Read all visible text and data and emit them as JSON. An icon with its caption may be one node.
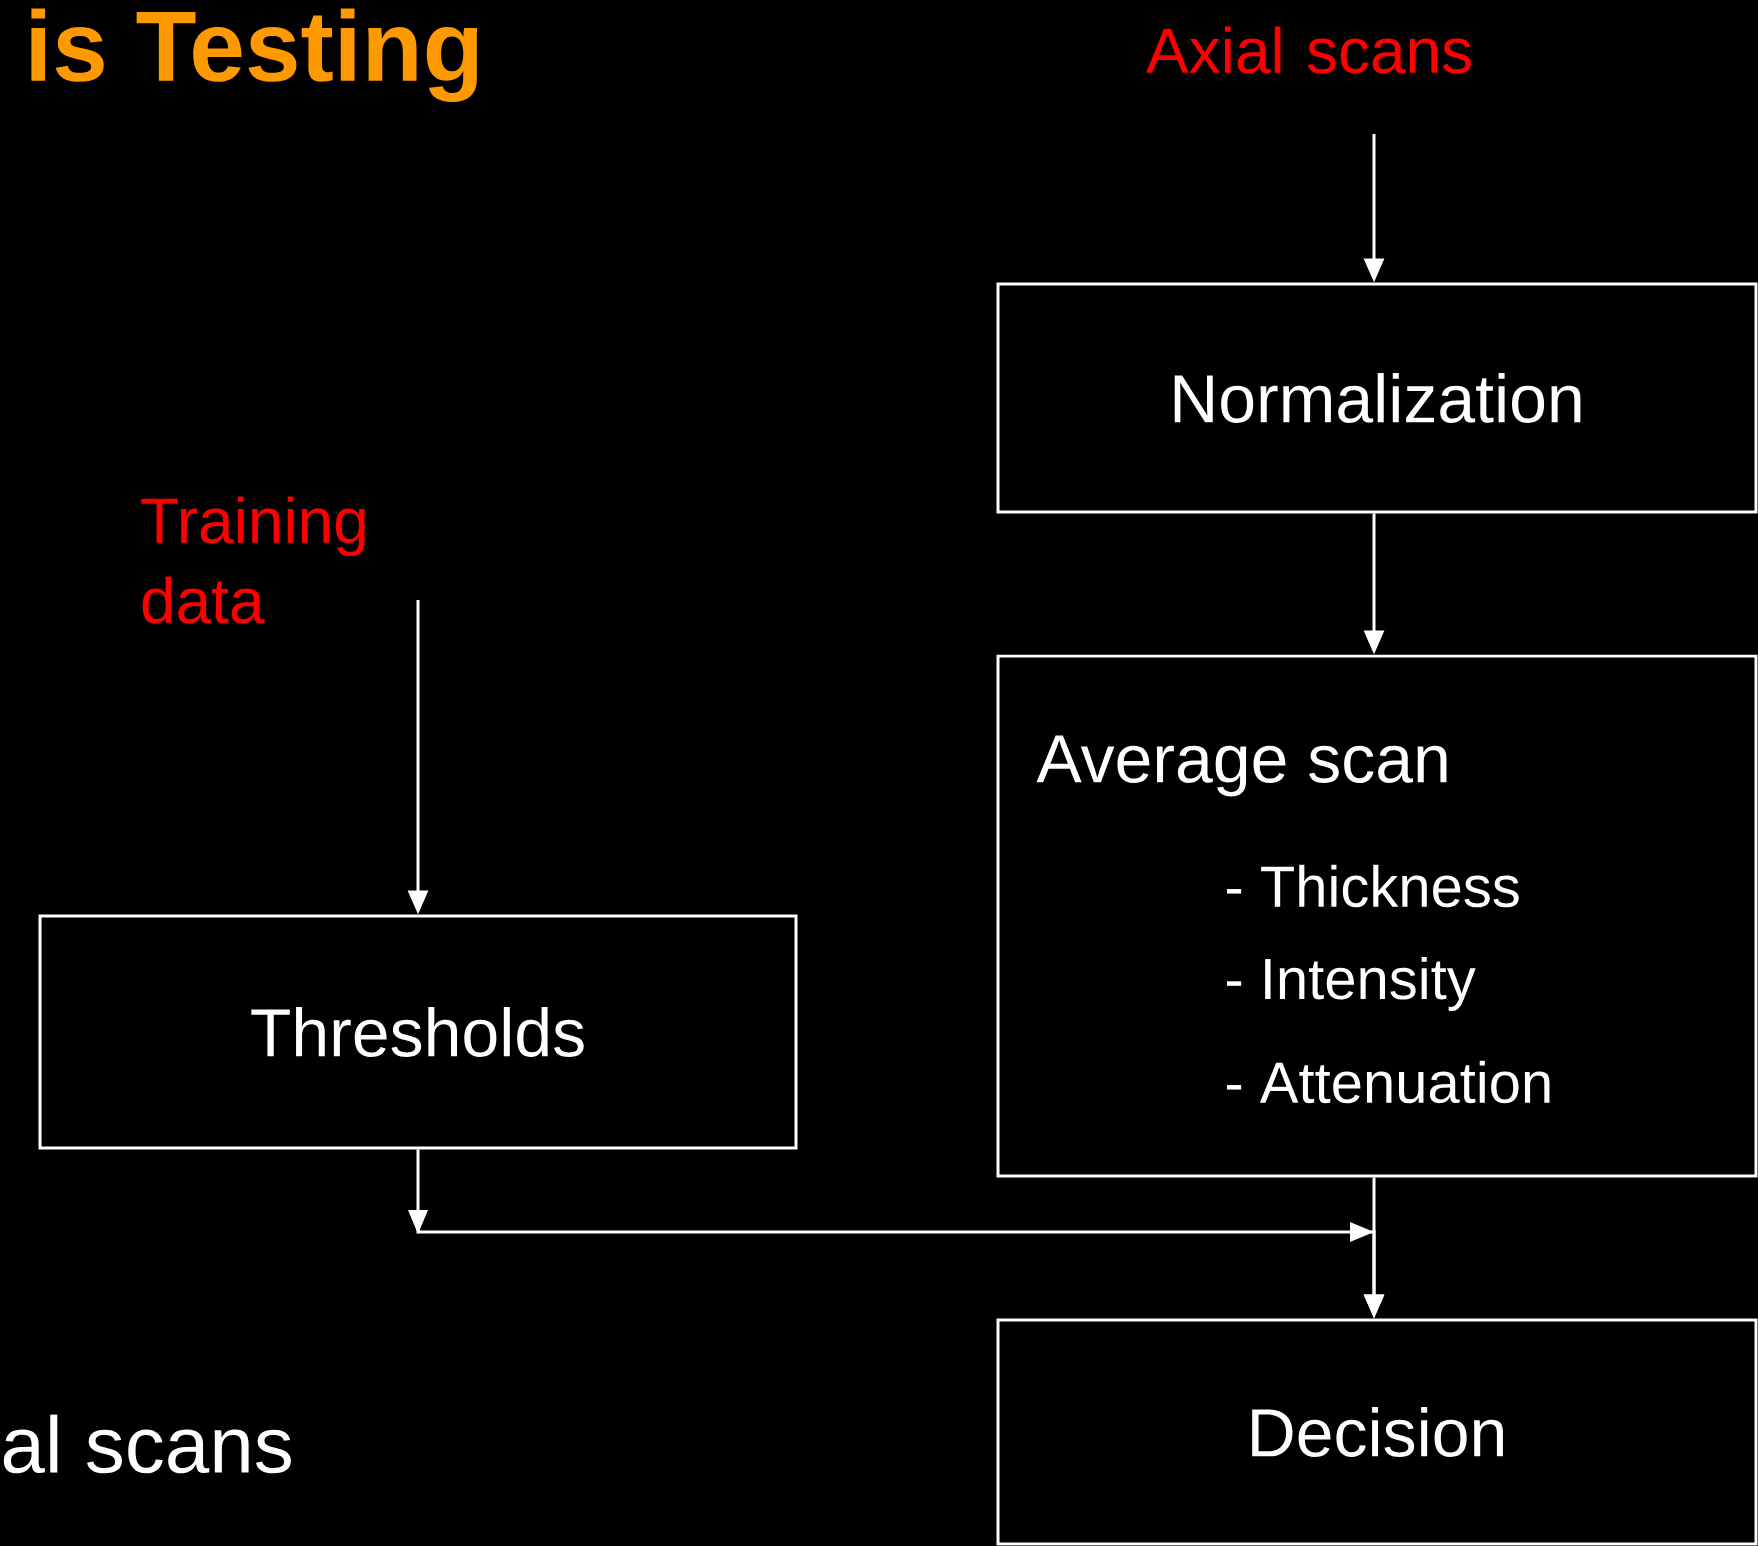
{
  "diagram": {
    "title": "is Testing",
    "nodes": [
      {
        "text": [
          "Axial scans"
        ]
      },
      {
        "text": [
          "Normalization"
        ]
      },
      {
        "text": [
          "Training data"
        ]
      },
      {
        "text": [
          "Thresholds"
        ]
      },
      {
        "text": [
          "Average scan",
          "- Thickness",
          "- Intensity",
          "- Attenuation"
        ]
      },
      {
        "text": [
          "Decision"
        ]
      }
    ],
    "edges": [
      {
        "from": 0,
        "to": 1,
        "arrow": "to"
      },
      {
        "from": 1,
        "to": 4,
        "arrow": "to"
      },
      {
        "from": 2,
        "to": 3,
        "arrow": "to"
      },
      {
        "from": 3,
        "to": 5,
        "arrow": "to"
      },
      {
        "from": 4,
        "to": 5,
        "arrow": "to"
      }
    ],
    "labels": [
      "al scans"
    ]
  }
}
